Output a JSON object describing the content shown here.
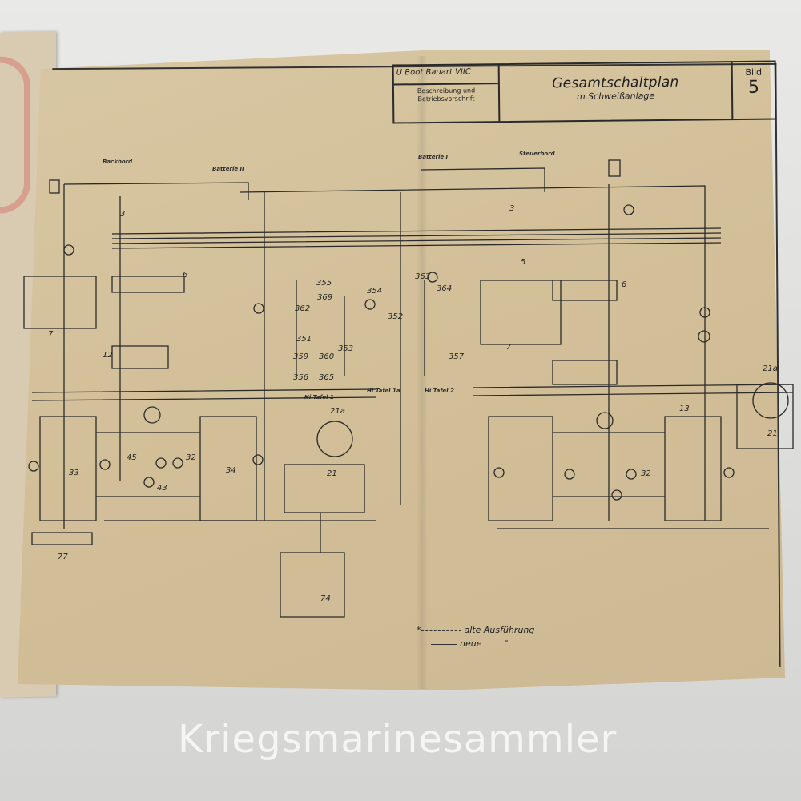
{
  "title_block": {
    "boat_type": "U Boot Bauart VIIC",
    "doc_type": "Beschreibung und Betriebsvorschrift",
    "title": "Gesamtschaltplan",
    "subtitle": "m.Schweißanlage",
    "bild_label": "Bild",
    "bild_number": "5"
  },
  "labels": {
    "backbord": "Backbord",
    "steuerbord": "Steuerbord",
    "batterie_left": "Batterie II",
    "batterie_right": "Batterie I",
    "tafel_1": "Hi Tafel 1",
    "tafel_1a": "Hi Tafel 1a",
    "tafel_2": "Hi Tafel 2"
  },
  "numbers": {
    "n355": "355",
    "n354": "354",
    "n364": "364",
    "n363": "363",
    "n362": "362",
    "n369": "369",
    "n352": "352",
    "n353": "353",
    "n351": "351",
    "n359": "359",
    "n360": "360",
    "n356": "356",
    "n365": "365",
    "n357": "357",
    "n21a_left": "21a",
    "n21_left": "21",
    "n21a_right": "21a",
    "n21_right": "21",
    "n77": "77",
    "n74": "74",
    "n6_left": "6",
    "n6_right": "6",
    "n7_left": "7",
    "n7_right": "7",
    "n12": "12",
    "n13": "13",
    "n5": "5",
    "n3_left": "3",
    "n3_right": "3",
    "n33": "33",
    "n34": "34",
    "n32_left": "32",
    "n32_right": "32",
    "n43": "43",
    "n45": "45"
  },
  "legend": {
    "old": "alte Ausführung",
    "new": "neue",
    "ditto": "\"",
    "asterisk": "*"
  },
  "watermark": "Kriegsmarinesammler"
}
